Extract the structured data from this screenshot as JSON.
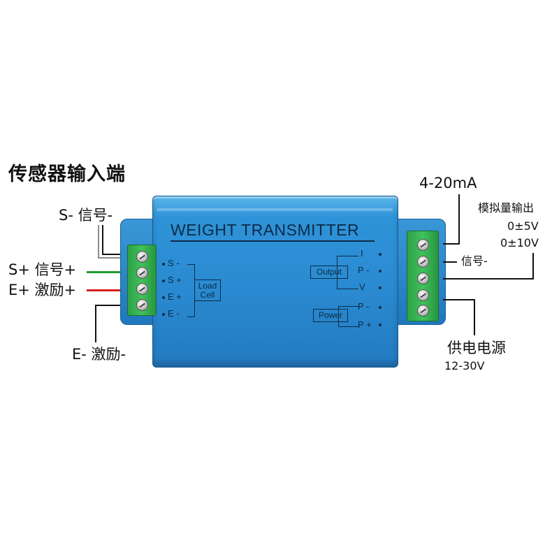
{
  "title": "传感器输入端",
  "left_labels": {
    "s_minus": "S- 信号-",
    "s_plus": "S+ 信号+",
    "e_plus": "E+ 激励+",
    "e_minus": "E- 激励-"
  },
  "device": {
    "title": "WEIGHT  TRANSMITTER",
    "left_pins": [
      "S -",
      "S +",
      "E +",
      "E -"
    ],
    "load_cell_label_line1": "Load",
    "load_cell_label_line2": "Cell",
    "output_label": "Output",
    "power_label": "Power",
    "right_pins": [
      "I",
      "P -",
      "V",
      "P -",
      "P +"
    ]
  },
  "right_labels": {
    "current": "4-20mA",
    "analog_output": "模拟量输出",
    "v5": "0±5V",
    "v10": "0±10V",
    "signal_minus": "信号-",
    "power_supply": "供电电源",
    "power_range": "12-30V"
  },
  "colors": {
    "housing": "#2a8ad1",
    "terminal": "#40c25b",
    "wire_green": "#1e9b2d",
    "wire_red": "#d42020"
  },
  "icons": [
    "screw-terminal-icon"
  ]
}
